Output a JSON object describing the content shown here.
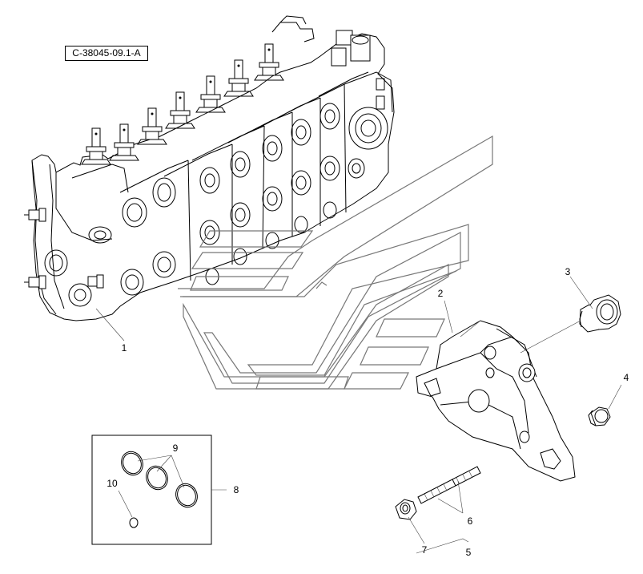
{
  "reference_code": "C-38045-09.1-A",
  "callouts": [
    {
      "key": "1",
      "label": "1"
    },
    {
      "key": "2",
      "label": "2"
    },
    {
      "key": "3",
      "label": "3"
    },
    {
      "key": "4",
      "label": "4"
    },
    {
      "key": "5",
      "label": "5"
    },
    {
      "key": "6",
      "label": "6"
    },
    {
      "key": "7",
      "label": "7"
    },
    {
      "key": "8",
      "label": "8"
    },
    {
      "key": "9",
      "label": "9"
    },
    {
      "key": "10",
      "label": "10"
    }
  ],
  "colors": {
    "line": "#000000",
    "background": "#ffffff",
    "logo": "#777777"
  }
}
